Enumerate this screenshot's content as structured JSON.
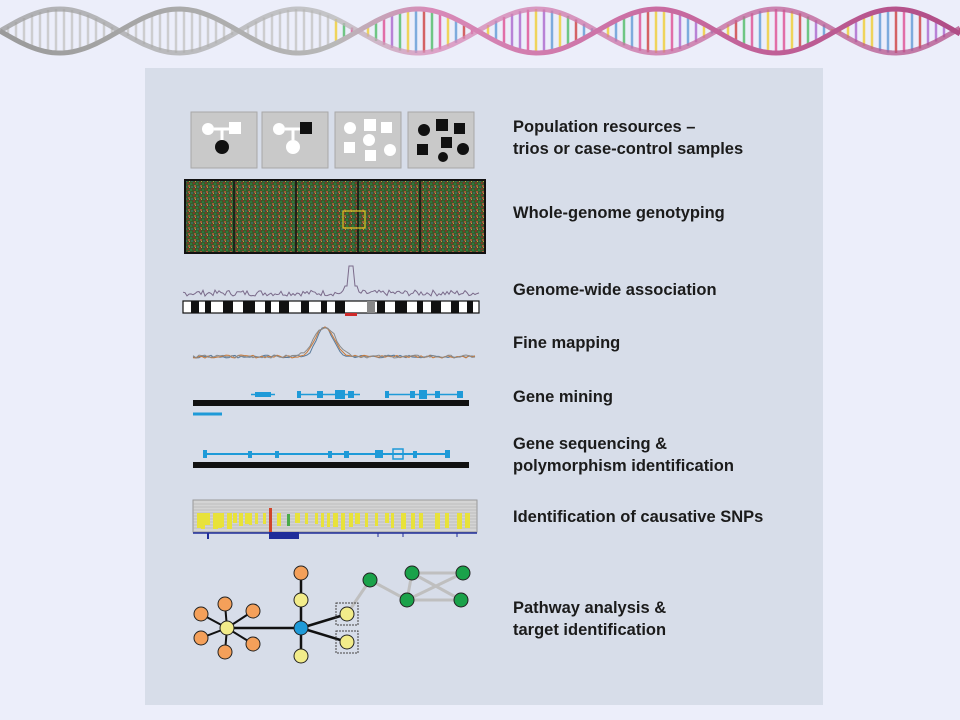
{
  "steps": [
    {
      "id": "population",
      "lines": [
        "Population resources –",
        "trios or case-control samples"
      ]
    },
    {
      "id": "genotyping",
      "lines": [
        "Whole-genome genotyping"
      ]
    },
    {
      "id": "association",
      "lines": [
        "Genome-wide association"
      ]
    },
    {
      "id": "fine_mapping",
      "lines": [
        "Fine mapping"
      ]
    },
    {
      "id": "gene_mining",
      "lines": [
        "Gene mining"
      ]
    },
    {
      "id": "gene_sequencing",
      "lines": [
        "Gene sequencing &",
        "polymorphism identification"
      ]
    },
    {
      "id": "causative",
      "lines": [
        "Identification of causative SNPs"
      ]
    },
    {
      "id": "pathway",
      "lines": [
        "Pathway analysis &",
        "target identification"
      ]
    }
  ],
  "colors": {
    "page_bg": "#eceefa",
    "panel_bg": "#d7dde9",
    "tile": "#c9c9c9",
    "gene_blue": "#1e9ad8",
    "node_orange": "#f4a05a",
    "node_yellow": "#f2ec8a",
    "node_green": "#1aa24a",
    "node_blue": "#1e9ad8"
  }
}
